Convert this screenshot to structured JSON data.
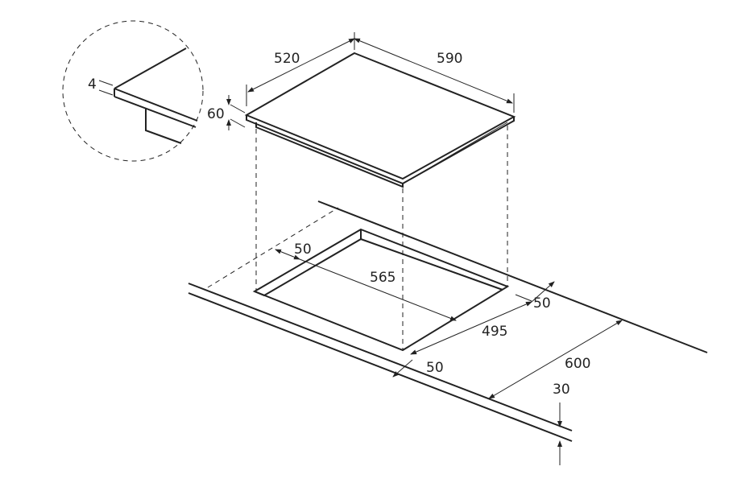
{
  "title": "Hob installation dimensions diagram",
  "dimensions": {
    "hob_depth": "520",
    "hob_width": "590",
    "hob_height": "60",
    "glass_thickness": "4",
    "cutout_margin_back": "50",
    "cutout_width": "565",
    "cutout_margin_right": "50",
    "cutout_depth": "495",
    "cutout_margin_front": "50",
    "worktop_depth": "600",
    "worktop_thickness": "30"
  }
}
